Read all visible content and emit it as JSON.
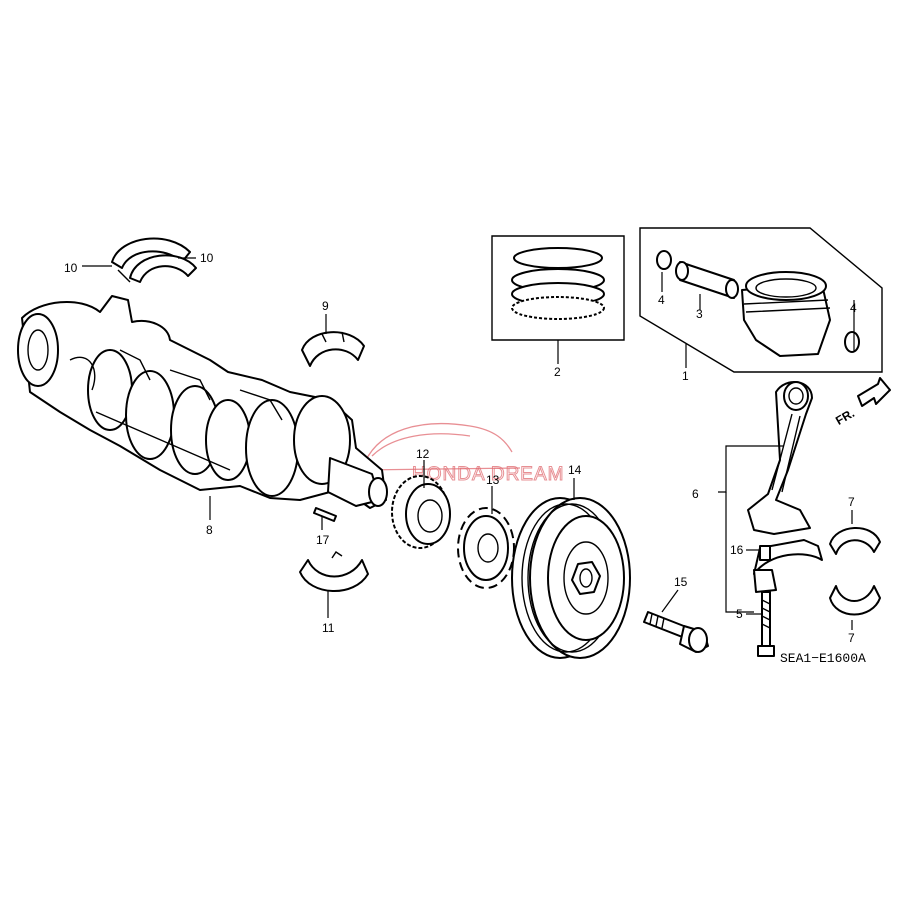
{
  "diagram": {
    "callouts": {
      "c1": "1",
      "c2": "2",
      "c3": "3",
      "c4a": "4",
      "c4b": "4",
      "c5": "5",
      "c6": "6",
      "c7a": "7",
      "c7b": "7",
      "c8": "8",
      "c9": "9",
      "c10a": "10",
      "c10b": "10",
      "c11": "11",
      "c12": "12",
      "c13": "13",
      "c14": "14",
      "c15": "15",
      "c16": "16",
      "c17": "17"
    },
    "direction_label": "FR.",
    "diagram_code": "SEA1−E1600A",
    "watermark": "HONDA DREAM",
    "colors": {
      "lines": "#000000",
      "watermark": "#e06a70",
      "background": "#ffffff"
    }
  }
}
